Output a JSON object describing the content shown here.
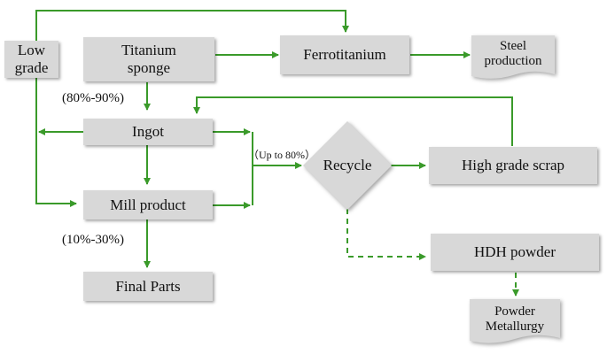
{
  "nodes": {
    "low_grade": {
      "line1": "Low",
      "line2": "grade"
    },
    "titanium_sponge": {
      "line1": "Titanium",
      "line2": "sponge"
    },
    "ferrotitanium": "Ferrotitanium",
    "steel_production": {
      "line1": "Steel",
      "line2": "production"
    },
    "ingot": "Ingot",
    "recycle": "Recycle",
    "high_grade_scrap": "High grade scrap",
    "mill_product": "Mill product",
    "hdh_powder": "HDH powder",
    "final_parts": "Final Parts",
    "powder_metallurgy": {
      "line1": "Powder",
      "line2": "Metallurgy"
    }
  },
  "labels": {
    "sponge_to_ingot": "(80%-90%)",
    "mill_to_final": "(10%-30%)",
    "up_to": "（Up to 80%）"
  },
  "colors": {
    "arrow": "#3a9a2a",
    "box_fill": "#d8d8d8"
  }
}
